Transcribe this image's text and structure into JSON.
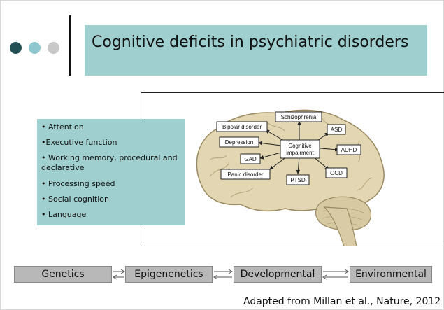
{
  "colors": {
    "accent": "#9fcfce",
    "dot_dark": "#225055",
    "dot_mid": "#8fc7cf",
    "dot_light": "#c8c8c8"
  },
  "slide": {
    "title": "Cognitive deficits in psychiatric disorders"
  },
  "deficits": [
    "• Attention",
    "•Executive function",
    "• Working memory, procedural and declarative",
    "• Processing speed",
    "• Social cognition",
    "• Language"
  ],
  "brain_diagram": {
    "center": [
      "Cognitive",
      "impairment"
    ],
    "disorders": {
      "schizophrenia": "Schizophrenia",
      "bipolar": "Bipolar disorder",
      "depression": "Depression",
      "asd": "ASD",
      "adhd": "ADHD",
      "gad": "GAD",
      "panic": "Panic disorder",
      "ptsd": "PTSD",
      "ocd": "OCD"
    }
  },
  "factors": [
    "Genetics",
    "Epigenenetics",
    "Developmental",
    "Environmental"
  ],
  "citation": "Adapted from Millan et al., Nature, 2012"
}
